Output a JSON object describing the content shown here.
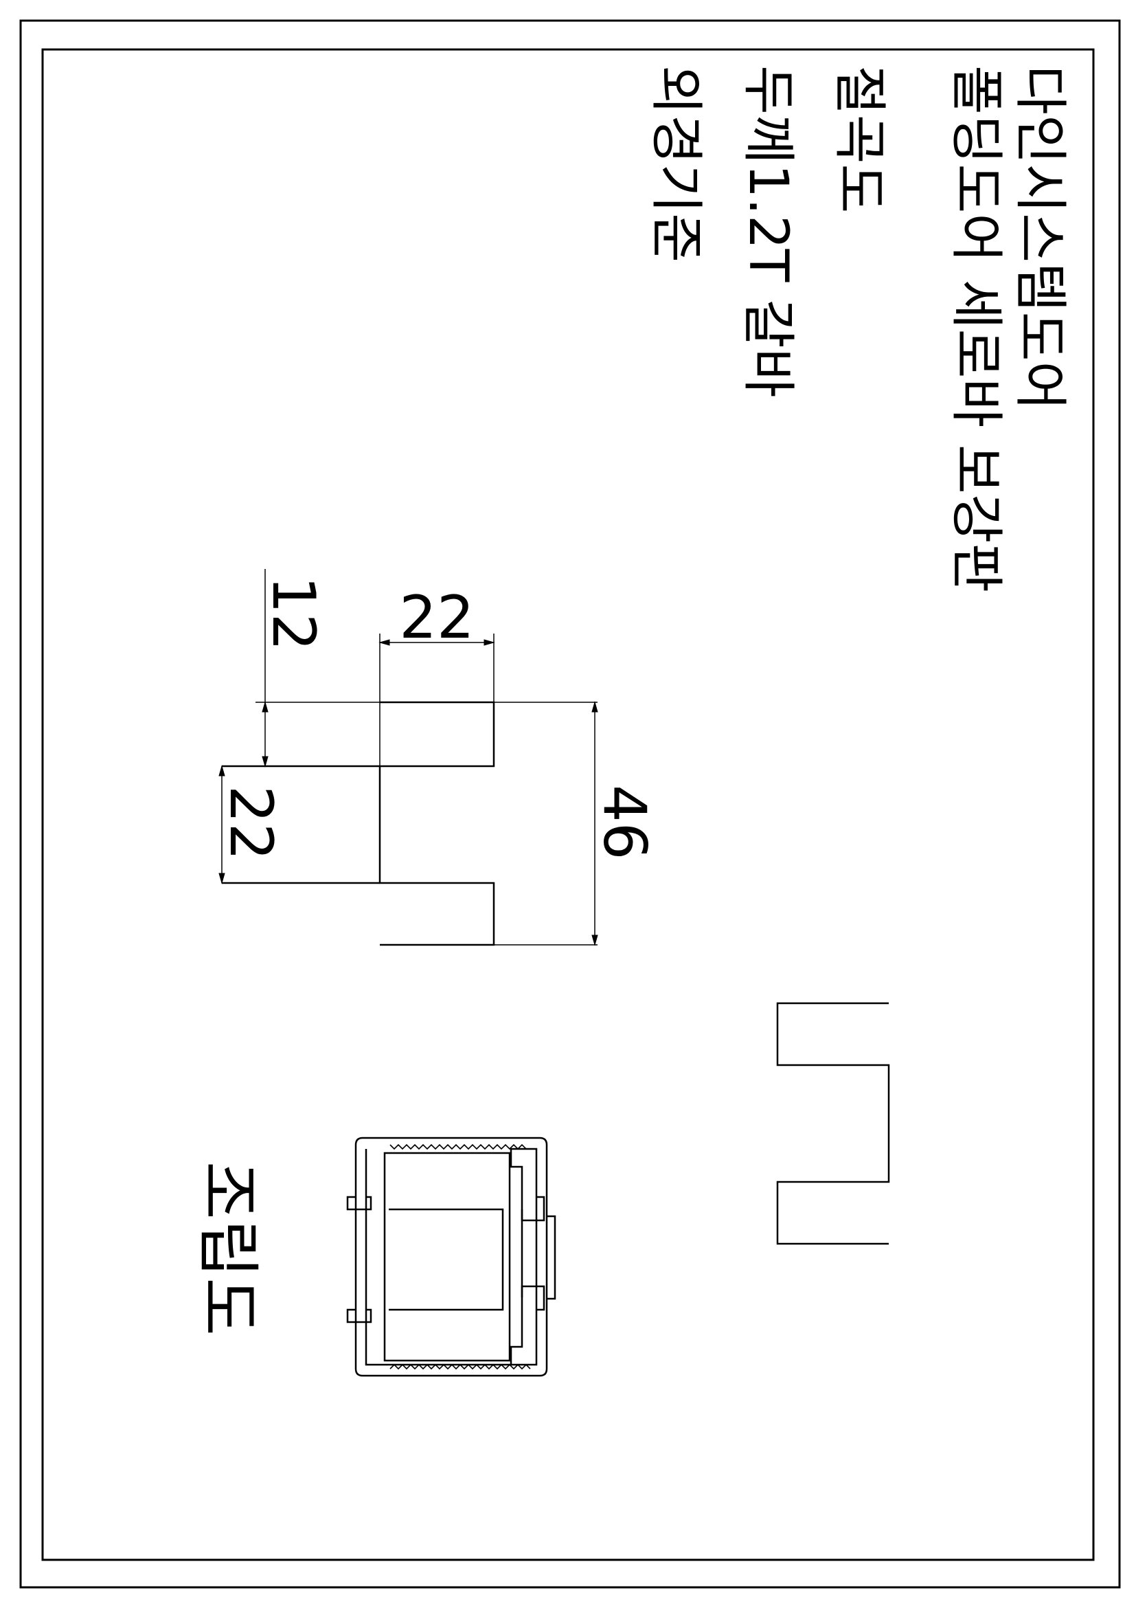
{
  "title_block": {
    "lines": [
      "다인시스템도어",
      "폴딩도어 세로바 보강판",
      "절곡도",
      "두께1.2T 갈바",
      "외경기준"
    ]
  },
  "dimensions": {
    "top_offset": "12",
    "tab_width": "22",
    "tab_height": "22",
    "overall_height": "46"
  },
  "assembly_label": "조립도"
}
